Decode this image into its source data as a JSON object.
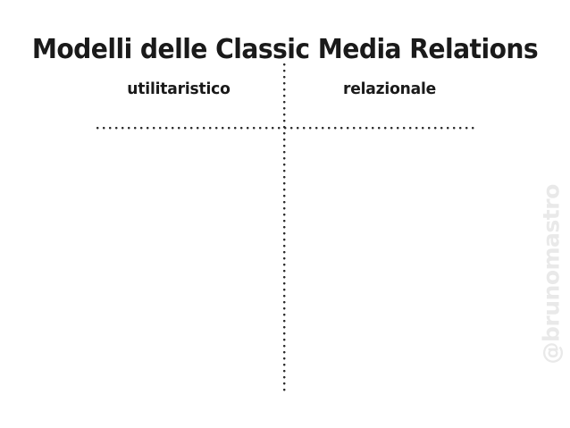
{
  "slide": {
    "background_color": "#ffffff",
    "title": "Modelli delle Classic Media Relations",
    "title_color": "#1a1a1a"
  },
  "matrix": {
    "axis_color": "#2b2b2b",
    "labels": {
      "left": "utilitaristico",
      "right": "relazionale"
    },
    "quadrants": {
      "top_left": "",
      "top_right": "",
      "bottom_left": "",
      "bottom_right": ""
    }
  },
  "watermark": {
    "handle": "@brunomastro",
    "color": "#e9e9e9"
  }
}
